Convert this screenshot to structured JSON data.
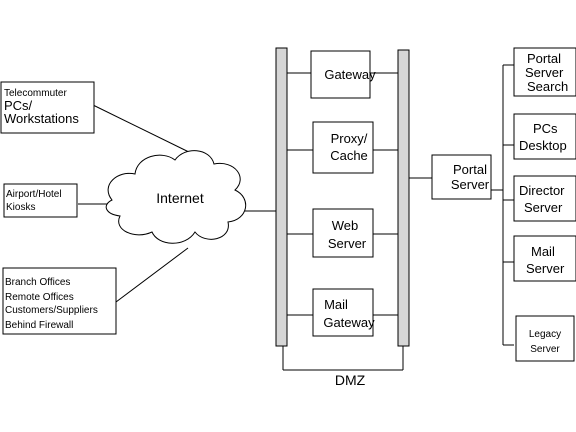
{
  "clients": {
    "telecommuter": [
      "Telecommuter",
      "PCs/",
      "Workstations"
    ],
    "kiosks": [
      "Airport/Hotel",
      "Kiosks"
    ],
    "offices": [
      "Branch Offices",
      "Remote Offices",
      "Customers/Suppliers",
      "Behind Firewall"
    ]
  },
  "internet": "Internet",
  "dmz": {
    "label": "DMZ",
    "gateway": [
      "Gateway"
    ],
    "proxy": [
      "Proxy/",
      "Cache"
    ],
    "web": [
      "Web",
      "Server"
    ],
    "mail_gateway": [
      "Mail",
      "Gateway"
    ]
  },
  "portal_server": [
    "Portal",
    "Server"
  ],
  "backend": {
    "search": [
      "Portal",
      "Server",
      "Search"
    ],
    "desktop": [
      "PCs",
      "Desktop"
    ],
    "directory": [
      "Director",
      "Server"
    ],
    "mail": [
      "Mail",
      "Server"
    ],
    "legacy": [
      "Legacy",
      "Server"
    ]
  }
}
